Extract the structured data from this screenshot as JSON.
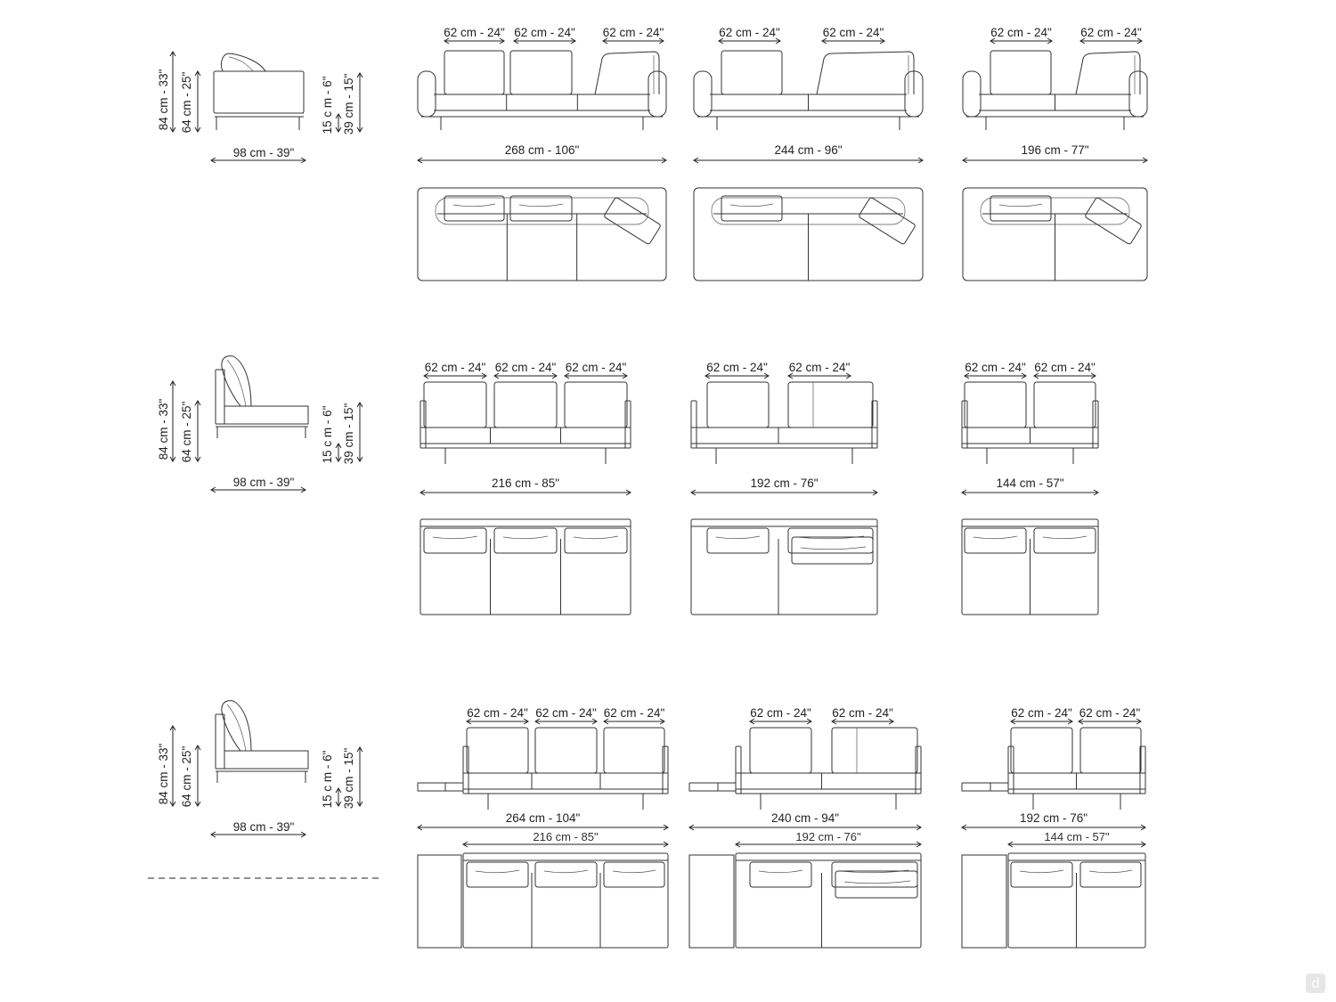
{
  "rows": [
    {
      "side": {
        "height_total": "84 cm - 33\"",
        "height_arm": "64 cm - 25\"",
        "leg": "15 c m - 6\"",
        "seat": "39 cm - 15\"",
        "depth": "98 cm - 39\""
      },
      "sofas": [
        {
          "cushion_labels": [
            "62 cm - 24\"",
            "62 cm - 24\"",
            "62 cm - 24\""
          ],
          "width": "268 cm - 106\""
        },
        {
          "cushion_labels": [
            "62 cm - 24\"",
            "62 cm - 24\""
          ],
          "width": "244 cm - 96\""
        },
        {
          "cushion_labels": [
            "62 cm - 24\"",
            "62 cm - 24\""
          ],
          "width": "196 cm - 77\""
        }
      ]
    },
    {
      "side": {
        "height_total": "84 cm - 33\"",
        "height_arm": "64 cm - 25\"",
        "leg": "15 c m - 6\"",
        "seat": "39 cm - 15\"",
        "depth": "98 cm - 39\""
      },
      "sofas": [
        {
          "cushion_labels": [
            "62 cm - 24\"",
            "62 cm - 24\"",
            "62 cm - 24\""
          ],
          "width": "216 cm - 85\""
        },
        {
          "cushion_labels": [
            "62 cm - 24\"",
            "62 cm - 24\""
          ],
          "width": "192 cm - 76\""
        },
        {
          "cushion_labels": [
            "62 cm - 24\"",
            "62 cm - 24\""
          ],
          "width": "144 cm - 57\""
        }
      ]
    },
    {
      "side": {
        "height_total": "84 cm - 33\"",
        "height_arm": "64 cm - 25\"",
        "leg": "15 c m - 6\"",
        "seat": "39 cm - 15\"",
        "depth": "98 cm - 39\""
      },
      "sofas": [
        {
          "cushion_labels": [
            "62 cm - 24\"",
            "62 cm - 24\"",
            "62 cm - 24\""
          ],
          "width": "264 cm - 104\"",
          "inner_width": "216 cm - 85\""
        },
        {
          "cushion_labels": [
            "62 cm - 24\"",
            "62 cm - 24\""
          ],
          "width": "240 cm - 94\"",
          "inner_width": "192 cm - 76\""
        },
        {
          "cushion_labels": [
            "62 cm - 24\"",
            "62 cm - 24\""
          ],
          "width": "192 cm - 76\"",
          "inner_width": "144 cm - 57\""
        }
      ]
    }
  ],
  "watermark": "d"
}
